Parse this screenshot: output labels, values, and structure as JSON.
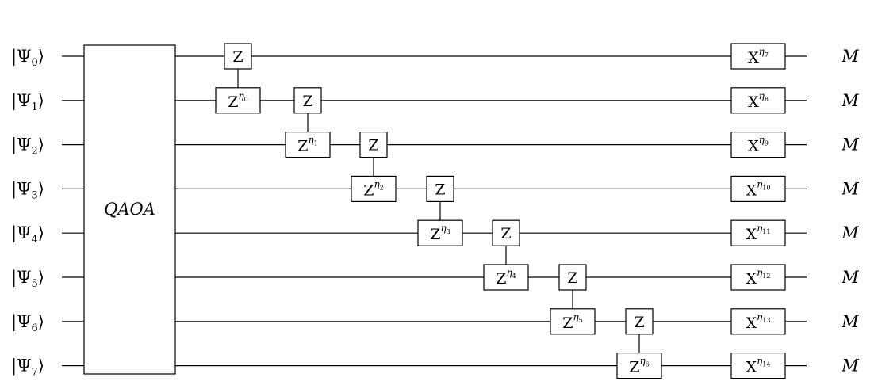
{
  "qubits": [
    {
      "label": "|Ψ0⟩",
      "symbol": "|Ψ",
      "index": "0",
      "close": "⟩"
    },
    {
      "label": "|Ψ1⟩",
      "symbol": "|Ψ",
      "index": "1",
      "close": "⟩"
    },
    {
      "label": "|Ψ2⟩",
      "symbol": "|Ψ",
      "index": "2",
      "close": "⟩"
    },
    {
      "label": "|Ψ3⟩",
      "symbol": "|Ψ",
      "index": "3",
      "close": "⟩"
    },
    {
      "label": "|Ψ4⟩",
      "symbol": "|Ψ",
      "index": "4",
      "close": "⟩"
    },
    {
      "label": "|Ψ5⟩",
      "symbol": "|Ψ",
      "index": "5",
      "close": "⟩"
    },
    {
      "label": "|Ψ6⟩",
      "symbol": "|Ψ",
      "index": "6",
      "close": "⟩"
    },
    {
      "label": "|Ψ7⟩",
      "symbol": "|Ψ",
      "index": "7",
      "close": "⟩"
    }
  ],
  "qaoa_block": {
    "label": "QAOA"
  },
  "controlled_z": [
    {
      "control_qubit": 0,
      "target_qubit": 1,
      "control_label": "Z",
      "target_base": "Z",
      "target_exponent": "η",
      "target_exponent_index": "0"
    },
    {
      "control_qubit": 1,
      "target_qubit": 2,
      "control_label": "Z",
      "target_base": "Z",
      "target_exponent": "η",
      "target_exponent_index": "1"
    },
    {
      "control_qubit": 2,
      "target_qubit": 3,
      "control_label": "Z",
      "target_base": "Z",
      "target_exponent": "η",
      "target_exponent_index": "2"
    },
    {
      "control_qubit": 3,
      "target_qubit": 4,
      "control_label": "Z",
      "target_base": "Z",
      "target_exponent": "η",
      "target_exponent_index": "3"
    },
    {
      "control_qubit": 4,
      "target_qubit": 5,
      "control_label": "Z",
      "target_base": "Z",
      "target_exponent": "η",
      "target_exponent_index": "4"
    },
    {
      "control_qubit": 5,
      "target_qubit": 6,
      "control_label": "Z",
      "target_base": "Z",
      "target_exponent": "η",
      "target_exponent_index": "5"
    },
    {
      "control_qubit": 6,
      "target_qubit": 7,
      "control_label": "Z",
      "target_base": "Z",
      "target_exponent": "η",
      "target_exponent_index": "6"
    }
  ],
  "x_gates": [
    {
      "qubit": 0,
      "base": "X",
      "exponent": "η",
      "exponent_index": "7"
    },
    {
      "qubit": 1,
      "base": "X",
      "exponent": "η",
      "exponent_index": "8"
    },
    {
      "qubit": 2,
      "base": "X",
      "exponent": "η",
      "exponent_index": "9"
    },
    {
      "qubit": 3,
      "base": "X",
      "exponent": "η",
      "exponent_index": "10"
    },
    {
      "qubit": 4,
      "base": "X",
      "exponent": "η",
      "exponent_index": "11"
    },
    {
      "qubit": 5,
      "base": "X",
      "exponent": "η",
      "exponent_index": "12"
    },
    {
      "qubit": 6,
      "base": "X",
      "exponent": "η",
      "exponent_index": "13"
    },
    {
      "qubit": 7,
      "base": "X",
      "exponent": "η",
      "exponent_index": "14"
    }
  ],
  "measurements": [
    "M",
    "M",
    "M",
    "M",
    "M",
    "M",
    "M",
    "M"
  ]
}
